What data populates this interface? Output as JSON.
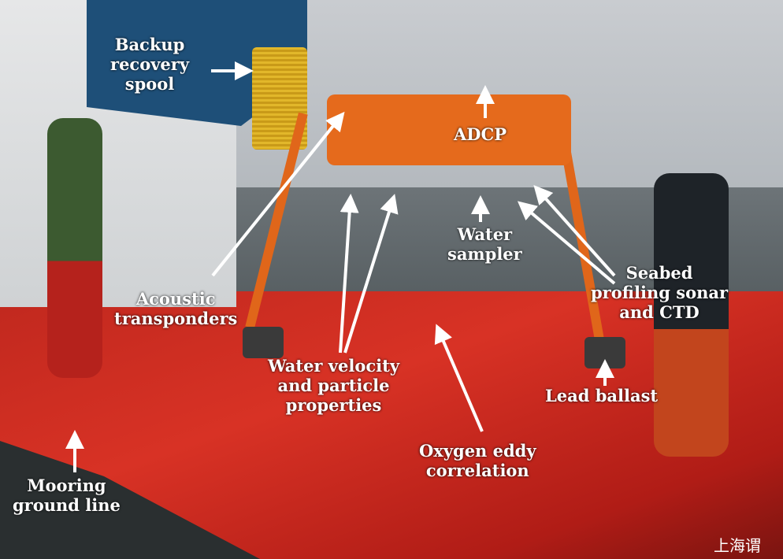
{
  "labels": {
    "backup_spool": [
      "Backup",
      "recovery",
      "spool"
    ],
    "adcp": "ADCP",
    "water_sampler": [
      "Water",
      "sampler"
    ],
    "sonar_ctd": [
      "Seabed",
      "profiling sonar",
      "and CTD"
    ],
    "acoustic": [
      "Acoustic",
      "transponders"
    ],
    "velocity": [
      "Water velocity",
      "and particle",
      "properties"
    ],
    "lead_ballast": "Lead ballast",
    "oxygen": [
      "Oxygen eddy",
      "correlation"
    ],
    "mooring": [
      "Mooring",
      "ground line"
    ]
  },
  "watermark": "上海谓"
}
